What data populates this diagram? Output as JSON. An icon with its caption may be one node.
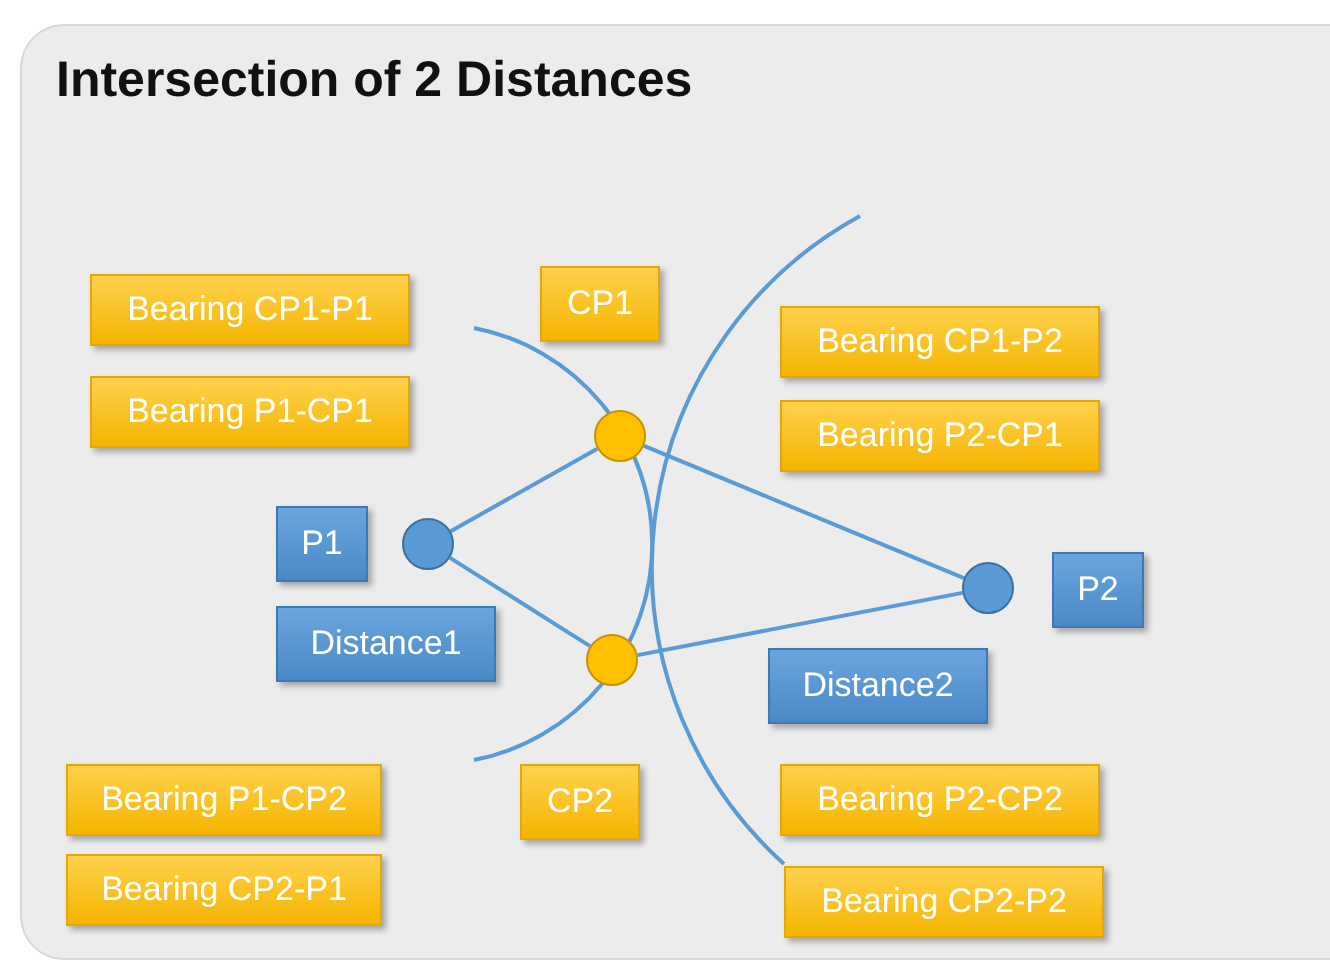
{
  "diagram": {
    "title": "Intersection of 2 Distances",
    "nodes": [
      {
        "text": [
          "Bearing CP1-P1"
        ]
      },
      {
        "text": [
          "CP1"
        ]
      },
      {
        "text": [
          "Bearing CP1-P2"
        ]
      },
      {
        "text": [
          "Bearing P1-CP1"
        ]
      },
      {
        "text": [
          "Bearing P2-CP1"
        ]
      },
      {
        "text": [],
        "shape": "circle"
      },
      {
        "text": [
          "P1"
        ]
      },
      {
        "text": [],
        "shape": "circle"
      },
      {
        "text": [
          "P2"
        ]
      },
      {
        "text": [],
        "shape": "circle"
      },
      {
        "text": [
          "Distance1"
        ]
      },
      {
        "text": [],
        "shape": "circle"
      },
      {
        "text": [
          "Distance2"
        ]
      },
      {
        "text": [
          "Bearing P1-CP2"
        ]
      },
      {
        "text": [
          "CP2"
        ]
      },
      {
        "text": [
          "Bearing P2-CP2"
        ]
      },
      {
        "text": [
          "Bearing CP2-P1"
        ]
      },
      {
        "text": [
          "Bearing CP2-P2"
        ]
      }
    ],
    "edges": [
      {
        "from": 7,
        "to": 5,
        "arrow": "none"
      },
      {
        "from": 7,
        "to": 11,
        "arrow": "none"
      },
      {
        "from": 5,
        "to": 9,
        "arrow": "none"
      },
      {
        "from": 11,
        "to": 9,
        "arrow": "none"
      }
    ]
  }
}
